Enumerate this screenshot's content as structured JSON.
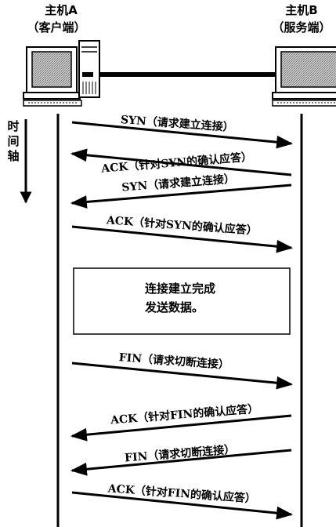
{
  "hosts": {
    "a": {
      "name": "主机A",
      "role": "（客户端）"
    },
    "b": {
      "name": "主机B",
      "role": "（服务端）"
    }
  },
  "time_axis": {
    "chars": [
      "时",
      "间",
      "轴"
    ]
  },
  "messages": [
    {
      "text": "SYN（请求建立连接）",
      "direction": "a-to-b"
    },
    {
      "text": "ACK（针对SYN的确认应答）",
      "direction": "b-to-a"
    },
    {
      "text": "SYN（请求建立连接）",
      "direction": "b-to-a"
    },
    {
      "text": "ACK（针对SYN的确认应答）",
      "direction": "a-to-b"
    },
    {
      "text": "FIN（请求切断连接）",
      "direction": "a-to-b"
    },
    {
      "text": "ACK（针对FIN的确认应答）",
      "direction": "b-to-a"
    },
    {
      "text": "FIN（请求切断连接）",
      "direction": "b-to-a"
    },
    {
      "text": "ACK（针对FIN的确认应答）",
      "direction": "a-to-b"
    }
  ],
  "data_box": {
    "line1": "连接建立完成",
    "line2": "发送数据。"
  }
}
